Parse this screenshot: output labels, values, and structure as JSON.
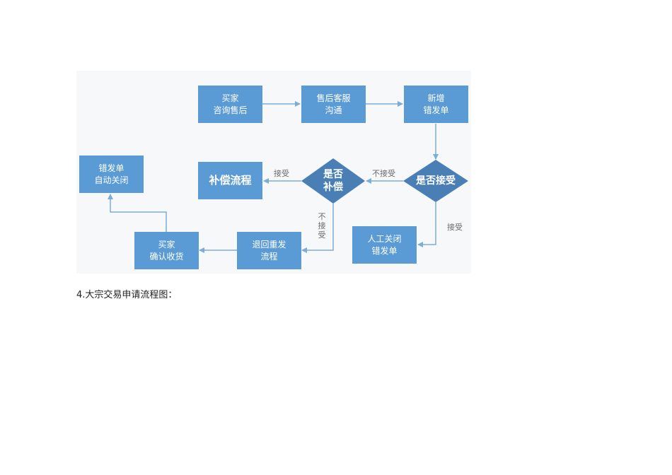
{
  "colors": {
    "node": "#5b9bd5",
    "line": "#7aaed9",
    "label": "#6b6b6b",
    "panel": "#f7f8fa"
  },
  "nodes": {
    "buyer_consult": [
      "买家",
      "咨询售后"
    ],
    "after_sales": [
      "售后客服",
      "沟通"
    ],
    "new_wrong": [
      "新增",
      "错发单"
    ],
    "accept_decision": [
      "是否接受"
    ],
    "compensate_decision": [
      "是否",
      "补偿"
    ],
    "compensation_process": [
      "补偿流程"
    ],
    "manual_close": [
      "人工关闭",
      "错发单"
    ],
    "return_resend": [
      "退回重发",
      "流程"
    ],
    "buyer_confirm": [
      "买家",
      "确认收货"
    ],
    "auto_close": [
      "错发单",
      "自动关闭"
    ]
  },
  "edge_labels": {
    "reject_1": "不接受",
    "accept_1": "接受",
    "accept_2": "接受",
    "reject_2": "不接受"
  },
  "caption": "4.大宗交易申请流程图："
}
